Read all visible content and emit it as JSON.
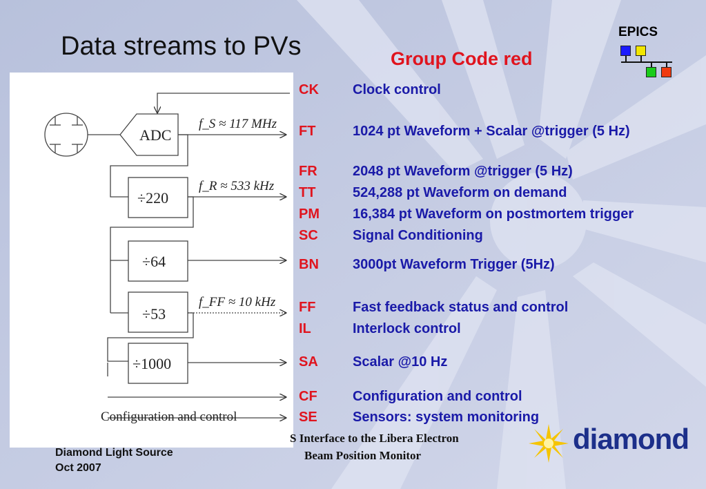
{
  "slide": {
    "title": "Data streams to PVs",
    "subtitle": "Group Code red",
    "epics_label": "EPICS",
    "colors": {
      "code": "#e0141e",
      "description": "#1a1aa8",
      "subtitle": "#e0141e",
      "logo": "#1c2f8a",
      "star": "#f5c400"
    }
  },
  "diagram": {
    "adc_label": "ADC",
    "fs_label": "f_S ≈ 117 MHz",
    "fr_label": "f_R ≈ 533 kHz",
    "fff_label": "f_FF ≈ 10 kHz",
    "div220": "÷220",
    "div64": "÷64",
    "div53": "÷53",
    "div1000": "÷1000",
    "caption": "Configuration and control"
  },
  "streams": [
    {
      "code": "CK",
      "description": "Clock control"
    },
    {
      "code": "FT",
      "description": "1024 pt Waveform + Scalar @trigger (5 Hz)"
    },
    {
      "code": "FR",
      "description": "2048 pt Waveform @trigger (5 Hz)"
    },
    {
      "code": "TT",
      "description": "524,288 pt Waveform on demand"
    },
    {
      "code": "PM",
      "description": "16,384 pt Waveform on postmortem trigger"
    },
    {
      "code": "SC",
      "description": "Signal Conditioning"
    },
    {
      "code": "BN",
      "description": "3000pt Waveform Trigger  (5Hz)"
    },
    {
      "code": "FF",
      "description": "Fast feedback status and control"
    },
    {
      "code": "IL",
      "description": "Interlock control"
    },
    {
      "code": "SA",
      "description": "Scalar @10 Hz"
    },
    {
      "code": "CF",
      "description": "Configuration and control"
    },
    {
      "code": "SE",
      "description": "Sensors: system monitoring"
    }
  ],
  "footer": {
    "org": "Diamond Light Source",
    "date": "Oct 2007",
    "talk_line1": "S Interface to the Libera Electron",
    "talk_line2": "Beam Position Monitor",
    "logo_text": "diamond"
  }
}
